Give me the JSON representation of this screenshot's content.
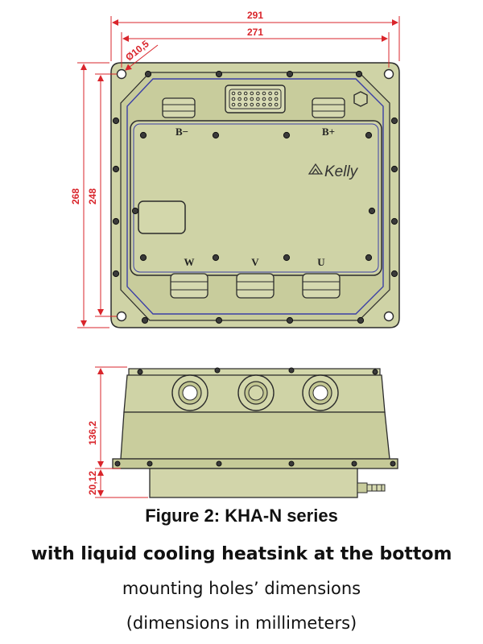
{
  "colors": {
    "housing": "#cfd3a6",
    "housing_dark": "#a9ad82",
    "outline": "#2b2b2b",
    "dimension": "#d9252b",
    "accent_line": "#3b3fa6"
  },
  "top_view": {
    "dimensions": {
      "overall_width": "291",
      "hole_spacing_width": "271",
      "hole_diameter": "Ø10,5",
      "overall_height": "268",
      "hole_spacing_height": "248"
    },
    "terminals": {
      "b_minus": "B−",
      "b_plus": "B+",
      "phase_w": "W",
      "phase_v": "V",
      "phase_u": "U"
    },
    "brand": "Kelly"
  },
  "side_view": {
    "dimensions": {
      "body_height": "136,2",
      "heatsink_height": "20,12"
    }
  },
  "caption": {
    "line1": "Figure 2: KHA-N series",
    "line2": "with liquid cooling heatsink at the bottom",
    "line3": "mounting holes’ dimensions",
    "line4": "(dimensions in millimeters)"
  }
}
